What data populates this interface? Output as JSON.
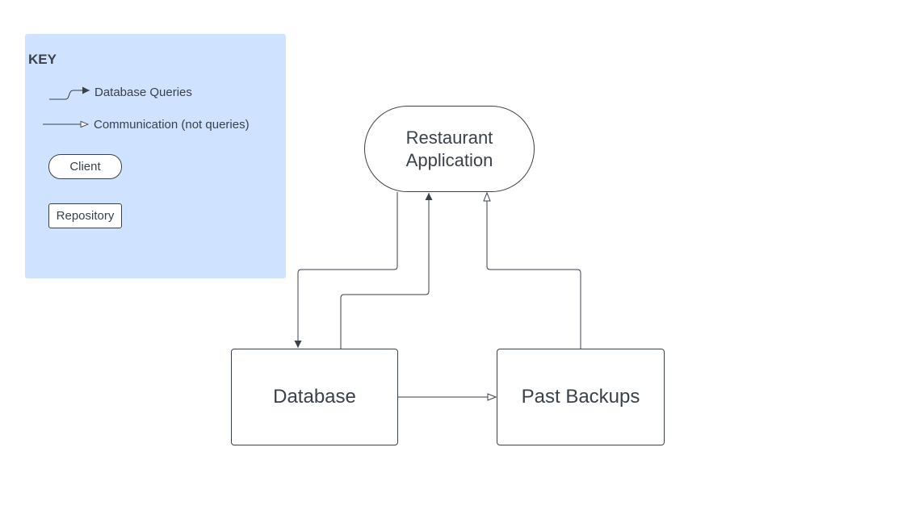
{
  "key": {
    "title": "KEY",
    "database_queries_label": "Database Queries",
    "communication_label": "Communication (not queries)",
    "client_label": "Client",
    "repository_label": "Repository"
  },
  "nodes": {
    "restaurant_application": "Restaurant\nApplication",
    "database": "Database",
    "past_backups": "Past Backups"
  },
  "colors": {
    "key_background": "#cfe2ff",
    "stroke": "#3a414a",
    "text": "#3a414a",
    "node_fill": "#ffffff"
  }
}
